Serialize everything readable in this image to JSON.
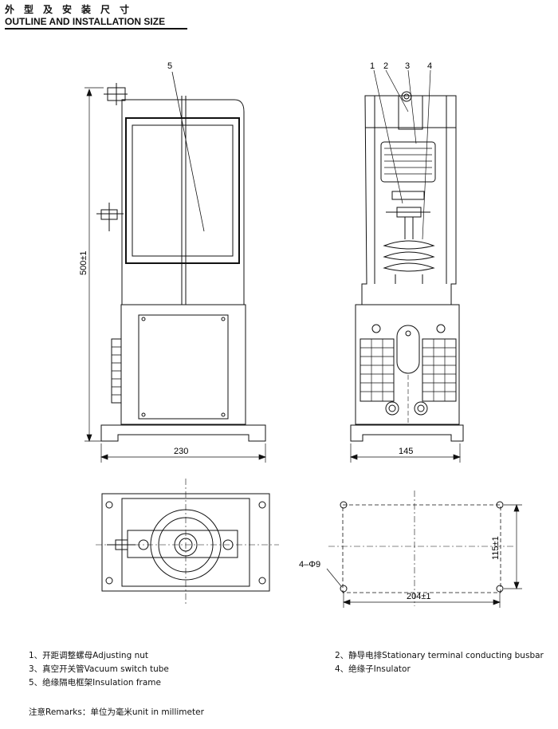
{
  "header": {
    "title_cn": "外型及安装尺寸",
    "title_en": "OUTLINE AND INSTALLATION SIZE"
  },
  "side_view": {
    "callout_5": "5",
    "height_dim": "500±1",
    "width_dim": "230"
  },
  "front_view": {
    "callouts": [
      "1",
      "2",
      "3",
      "4"
    ],
    "width_dim": "145"
  },
  "mounting_view": {
    "width_dim": "204±1",
    "height_dim": "115±1",
    "hole_label": "4–Φ9"
  },
  "legend": [
    {
      "text": "1、开距调整螺母Adjusting nut"
    },
    {
      "text": "2、静导电排Stationary terminal conducting busbar"
    },
    {
      "text": "3、真空开关管Vacuum switch tube"
    },
    {
      "text": "4、绝缘子Insulator"
    },
    {
      "text": "5、绝缘隔电框架Insulation frame"
    }
  ],
  "remark": "注意Remarks：单位为毫米unit in millimeter"
}
